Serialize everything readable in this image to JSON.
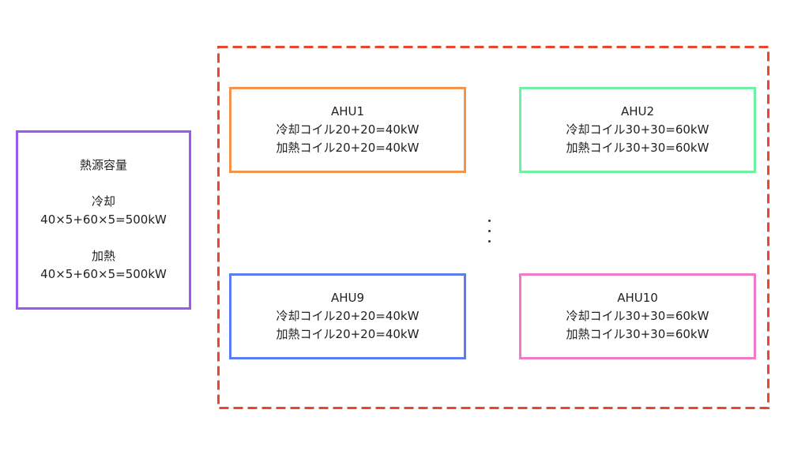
{
  "heat_source": {
    "title": "熱源容量",
    "cooling_label": "冷却",
    "cooling_formula": "40×5+60×5=500kW",
    "heating_label": "加熱",
    "heating_formula": "40×5+60×5=500kW"
  },
  "ahus": [
    {
      "name": "AHU1",
      "cooling": "冷却コイル20+20=40kW",
      "heating": "加熱コイル20+20=40kW"
    },
    {
      "name": "AHU2",
      "cooling": "冷却コイル30+30=60kW",
      "heating": "加熱コイル30+30=60kW"
    },
    {
      "name": "AHU9",
      "cooling": "冷却コイル20+20=40kW",
      "heating": "加熱コイル20+20=40kW"
    },
    {
      "name": "AHU10",
      "cooling": "冷却コイル30+30=60kW",
      "heating": "加熱コイル30+30=60kW"
    }
  ],
  "colors": {
    "heat_source_border": "#9b59f0",
    "container_border": "#e8462c",
    "ahu1_border": "#f2934e",
    "ahu2_border": "#6ff0a3",
    "ahu9_border": "#5b7cf0",
    "ahu10_border": "#f07ac8"
  }
}
